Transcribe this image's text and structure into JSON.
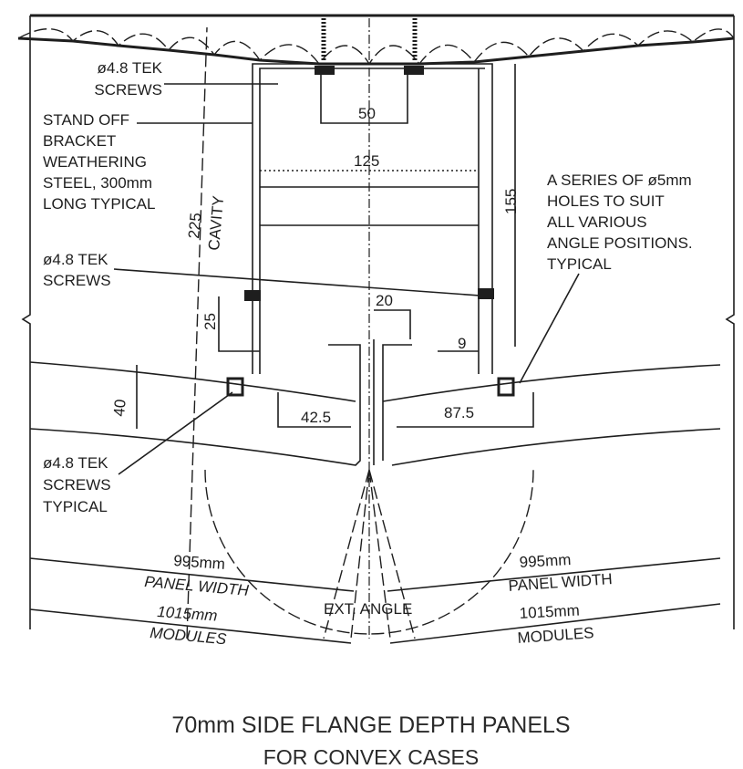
{
  "labels": {
    "tek_top": [
      "ø4.8 TEK",
      "SCREWS"
    ],
    "stand_off": [
      "STAND OFF",
      "BRACKET",
      "WEATHERING",
      "STEEL, 300mm",
      "LONG TYPICAL"
    ],
    "tek_mid": [
      "ø4.8 TEK",
      "SCREWS"
    ],
    "tek_typical": [
      "ø4.8 TEK",
      "SCREWS",
      "TYPICAL"
    ],
    "holes": [
      "A SERIES OF ø5mm",
      "HOLES TO SUIT",
      "ALL VARIOUS",
      "ANGLE POSITIONS.",
      "TYPICAL"
    ],
    "ext_angle": "EXT. ANGLE"
  },
  "dimensions": {
    "d50": "50",
    "d125": "125",
    "d155": "155",
    "d225": "225",
    "cavity": "CAVITY",
    "d25": "25",
    "d20": "20",
    "d9": "9",
    "d40": "40",
    "d42_5": "42.5",
    "d87_5": "87.5",
    "left_panel_width": "995mm",
    "left_panel_width_label": "PANEL WIDTH",
    "left_modules": "1015mm",
    "left_modules_label": "MODULES",
    "right_panel_width": "995mm",
    "right_panel_width_label": "PANEL WIDTH",
    "right_modules": "1015mm",
    "right_modules_label": "MODULES"
  },
  "title": {
    "line1": "70mm SIDE FLANGE DEPTH PANELS",
    "line2": "FOR CONVEX CASES"
  }
}
